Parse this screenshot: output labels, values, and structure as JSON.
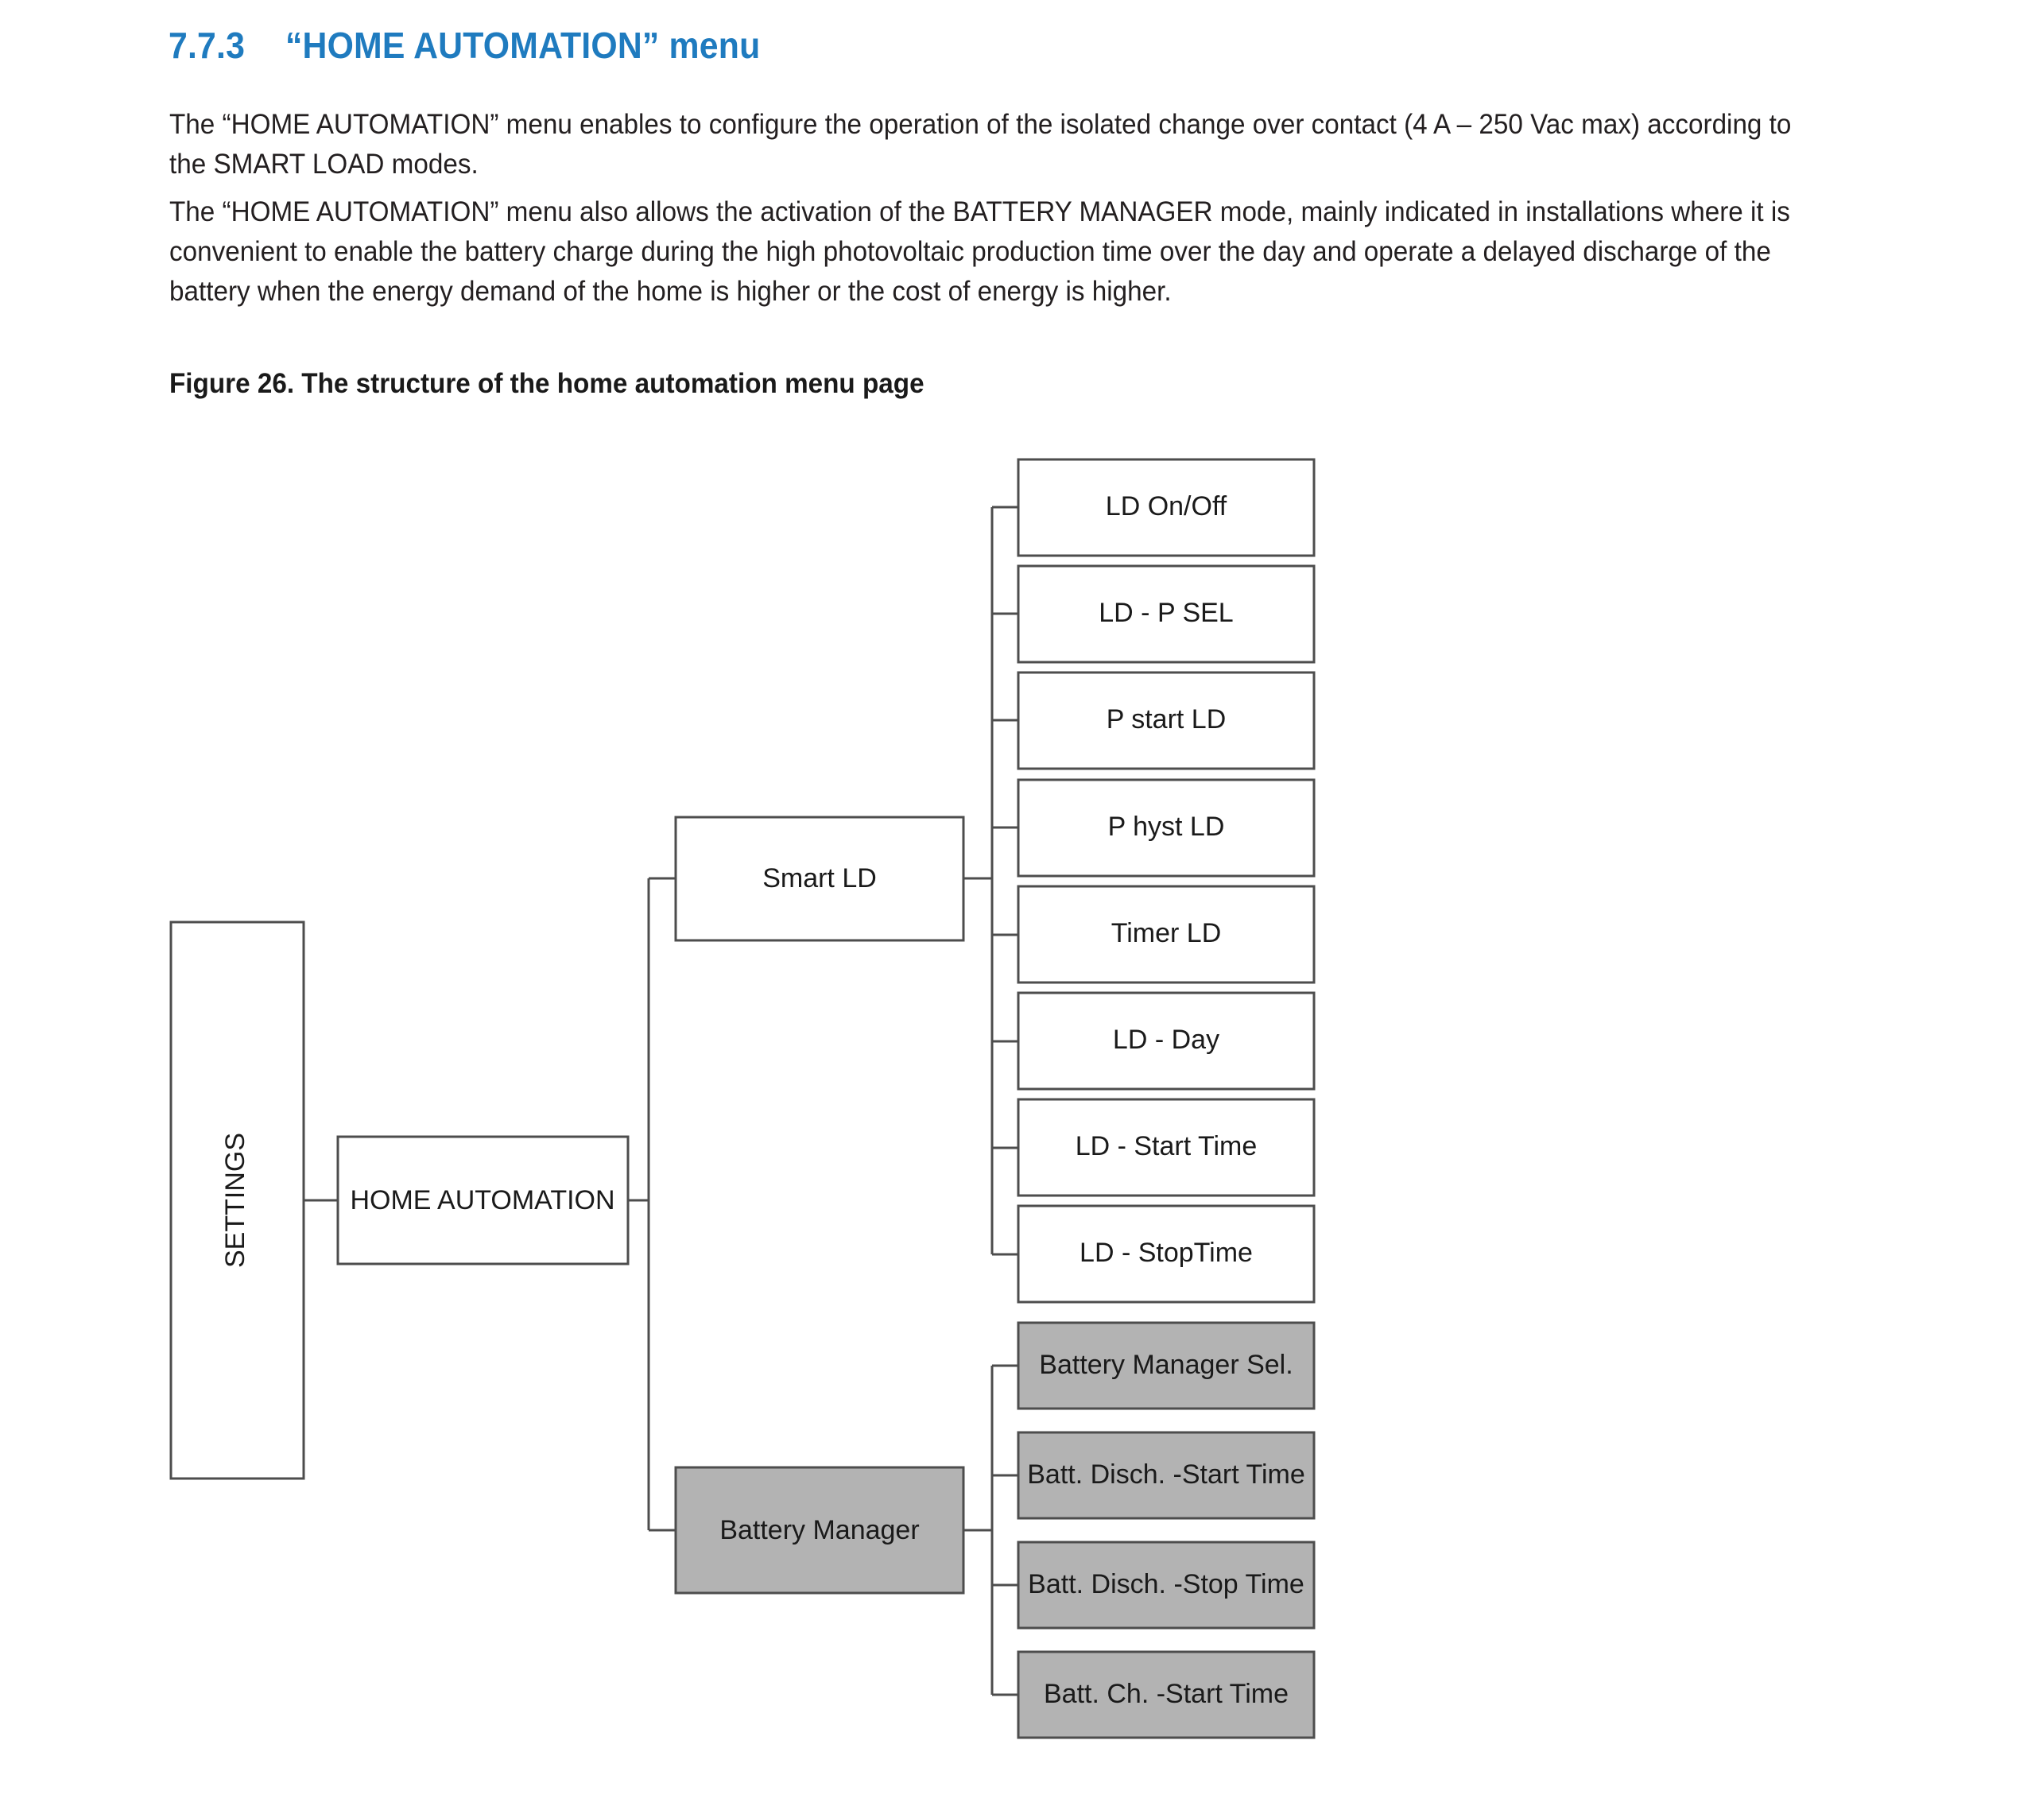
{
  "section": {
    "number": "7.7.3",
    "title": "“HOME AUTOMATION” menu"
  },
  "paragraphs": [
    "The “HOME AUTOMATION” menu enables to configure the operation of the isolated change over contact (4 A – 250 Vac max) according to the SMART LOAD modes.",
    "The “HOME AUTOMATION” menu also allows the activation of the BATTERY MANAGER mode, mainly indicated in installations where it is convenient to enable the battery charge during the high photovoltaic production time over the day and operate a delayed discharge of the battery when the energy demand of the home is higher or the cost of energy is higher."
  ],
  "figure": {
    "caption": "Figure 26. The structure of the home automation menu page",
    "colors": {
      "box_border": "#4d4d4d",
      "box_white_fill": "#ffffff",
      "box_gray_fill": "#b3b3b3",
      "connector": "#4d4d4d",
      "label_text": "#1a1a1a",
      "heading_blue": "#1f7bbf"
    },
    "nodes": {
      "root": "SETTINGS",
      "level1": "HOME AUTOMATION",
      "level2": [
        {
          "label": "Smart LD",
          "fill": "white"
        },
        {
          "label": "Battery Manager",
          "fill": "gray"
        }
      ],
      "smart_ld_children": [
        "LD On/Off",
        "LD - P SEL",
        "P start LD",
        "P hyst LD",
        "Timer LD",
        "LD - Day",
        "LD - Start Time",
        "LD - StopTime"
      ],
      "battery_manager_children": [
        "Battery Manager Sel.",
        "Batt. Disch. -Start Time",
        "Batt. Disch. -Stop Time",
        "Batt. Ch. -Start Time"
      ]
    }
  }
}
